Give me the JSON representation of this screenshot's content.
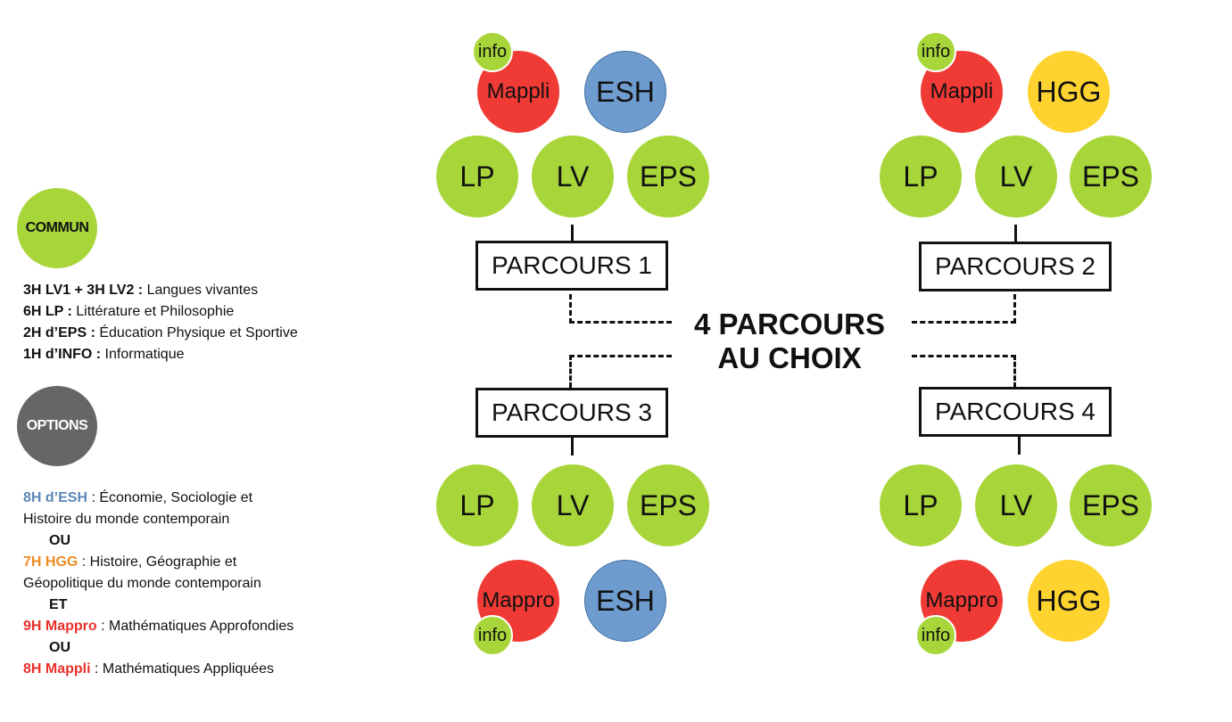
{
  "legend": {
    "commun_badge": "COMMUN",
    "options_badge": "OPTIONS",
    "commun_items": [
      {
        "code": "3H LV1 + 3H LV2 :",
        "desc": " Langues vivantes"
      },
      {
        "code": "6H LP :",
        "desc": " Littérature et Philosophie"
      },
      {
        "code": "2H d’EPS :",
        "desc": " Éducation Physique et Sportive"
      },
      {
        "code": "1H d’INFO :",
        "desc": " Informatique"
      }
    ],
    "options": {
      "esh_code": "8H d’ESH",
      "esh_desc_1": " : Économie, Sociologie et",
      "esh_desc_2": "Histoire du monde contemporain",
      "or_1": "OU",
      "hgg_code": "7H HGG",
      "hgg_desc_1": " : Histoire, Géographie et",
      "hgg_desc_2": "Géopolitique du monde contemporain",
      "and": "ET",
      "mappro_code": "9H Mappro",
      "mappro_desc": " : Mathématiques Approfondies",
      "or_2": "OU",
      "mappli_code": "8H Mappli",
      "mappli_desc": " : Mathématiques Appliquées"
    },
    "colors": {
      "commun": "#a8d63a",
      "options": "#666666",
      "esh": "#5b88b8",
      "hgg": "#f08a22",
      "math": "#e8312b"
    }
  },
  "center_title": {
    "line1": "4 PARCOURS",
    "line2": "AU CHOIX"
  },
  "parcours": [
    {
      "label": "PARCOURS 1",
      "common": [
        "LP",
        "LV",
        "EPS"
      ],
      "math": "Mappli",
      "info": "info",
      "option": "ESH"
    },
    {
      "label": "PARCOURS 2",
      "common": [
        "LP",
        "LV",
        "EPS"
      ],
      "math": "Mappli",
      "info": "info",
      "option": "HGG"
    },
    {
      "label": "PARCOURS 3",
      "common": [
        "LP",
        "LV",
        "EPS"
      ],
      "math": "Mappro",
      "info": "info",
      "option": "ESH"
    },
    {
      "label": "PARCOURS 4",
      "common": [
        "LP",
        "LV",
        "EPS"
      ],
      "math": "Mappro",
      "info": "info",
      "option": "HGG"
    }
  ]
}
